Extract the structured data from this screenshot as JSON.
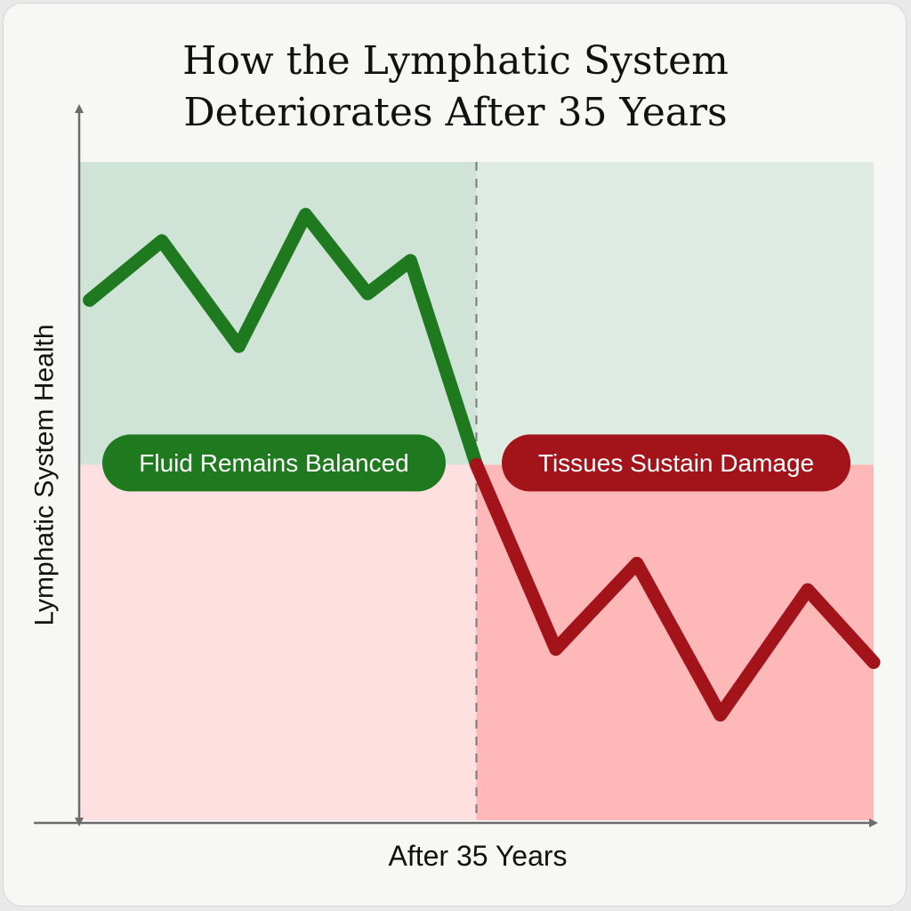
{
  "title_lines": [
    "How the Lymphatic System",
    "Deteriorates After 35 Years"
  ],
  "colors": {
    "healthy_line": "#1f7a1f",
    "damaged_line": "#a3131a",
    "healthy_zone": "#cfe4d6",
    "healthy_zone_light": "#dfece4",
    "damage_zone": "#ffb8b8",
    "damage_zone_light": "#fde0df",
    "axis": "#6b6b6b"
  },
  "chart_data": {
    "type": "line",
    "title": "How the Lymphatic System Deteriorates After 35 Years",
    "xlabel": "After 35 Years",
    "ylabel": "Lymphatic System Health",
    "x_ticks": [],
    "y_ticks": [],
    "xlim": [
      0,
      100
    ],
    "ylim": [
      0,
      100
    ],
    "threshold_x": 50,
    "threshold_y": 54,
    "grid": false,
    "zones": [
      {
        "label": "Fluid Remains Balanced",
        "color": "#1f7a1f"
      },
      {
        "label": "Tissues Sustain Damage",
        "color": "#a3131a"
      }
    ],
    "series": [
      {
        "color": "#1f7a1f",
        "x": [
          1.3,
          10.4,
          20.1,
          28.5,
          36.3,
          41.7,
          50
        ],
        "y": [
          79,
          88,
          72,
          92,
          80,
          85,
          54
        ]
      },
      {
        "color": "#a3131a",
        "x": [
          50,
          60,
          70.2,
          80.7,
          91.7,
          100
        ],
        "y": [
          54,
          26,
          39,
          16,
          35,
          24
        ]
      }
    ]
  }
}
